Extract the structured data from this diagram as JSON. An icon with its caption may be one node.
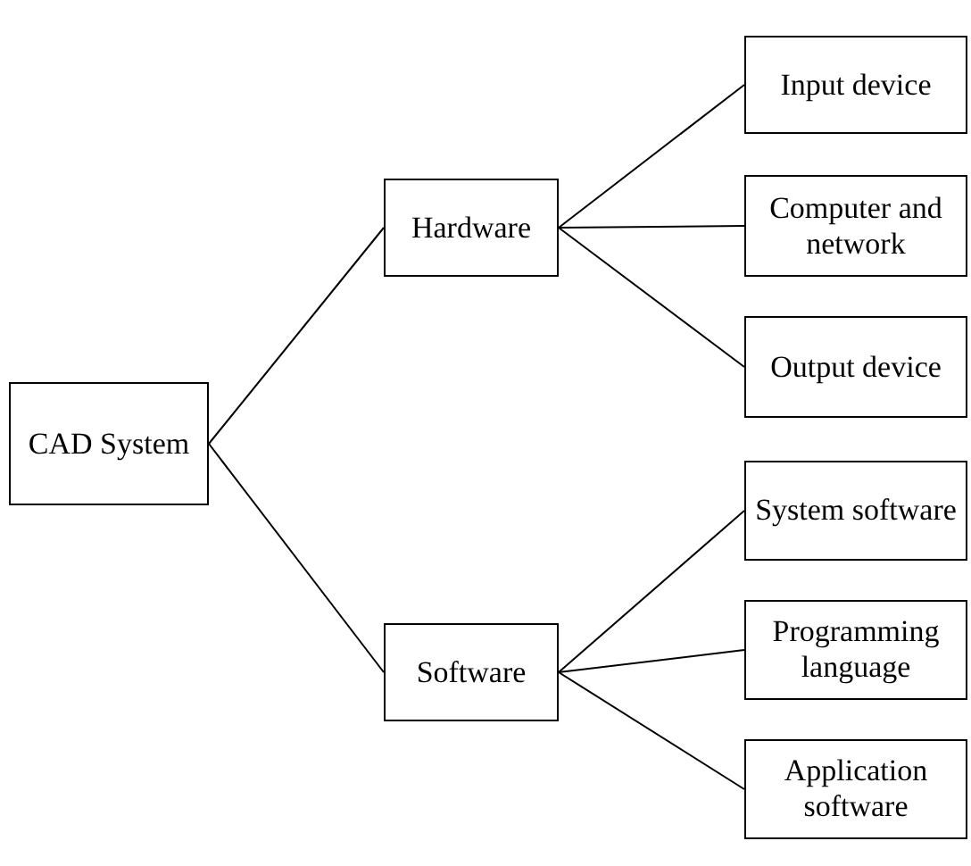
{
  "diagram": {
    "nodes": [
      {
        "text": [
          "CAD System"
        ]
      },
      {
        "text": [
          "Hardware"
        ]
      },
      {
        "text": [
          "Software"
        ]
      },
      {
        "text": [
          "Input device"
        ]
      },
      {
        "text": [
          "Computer and network"
        ]
      },
      {
        "text": [
          "Output device"
        ]
      },
      {
        "text": [
          "System software"
        ]
      },
      {
        "text": [
          "Programming language"
        ]
      },
      {
        "text": [
          "Application software"
        ]
      }
    ],
    "edges": [
      {
        "from": 0,
        "to": 1,
        "arrow": "none"
      },
      {
        "from": 0,
        "to": 2,
        "arrow": "none"
      },
      {
        "from": 1,
        "to": 3,
        "arrow": "none"
      },
      {
        "from": 1,
        "to": 4,
        "arrow": "none"
      },
      {
        "from": 1,
        "to": 5,
        "arrow": "none"
      },
      {
        "from": 2,
        "to": 6,
        "arrow": "none"
      },
      {
        "from": 2,
        "to": 7,
        "arrow": "none"
      },
      {
        "from": 2,
        "to": 8,
        "arrow": "none"
      }
    ]
  }
}
